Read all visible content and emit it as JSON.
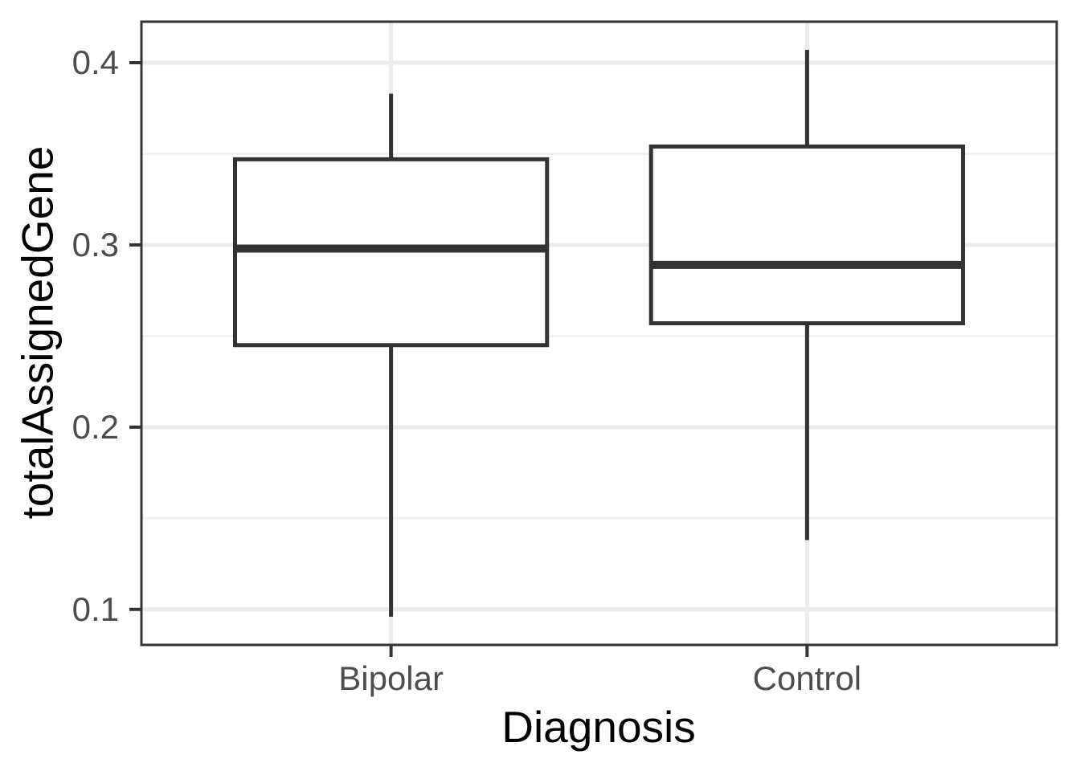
{
  "chart_data": {
    "type": "box",
    "title": "",
    "xlabel": "Diagnosis",
    "ylabel": "totalAssignedGene",
    "categories": [
      "Bipolar",
      "Control"
    ],
    "series": [
      {
        "name": "Bipolar",
        "whisker_low": 0.096,
        "q1": 0.245,
        "median": 0.298,
        "q3": 0.347,
        "whisker_high": 0.383
      },
      {
        "name": "Control",
        "whisker_low": 0.138,
        "q1": 0.257,
        "median": 0.289,
        "q3": 0.354,
        "whisker_high": 0.407
      }
    ],
    "ylim": [
      0.0805,
      0.4225
    ],
    "yticks": [
      0.1,
      0.2,
      0.3,
      0.4
    ],
    "ytick_labels": [
      "0.1",
      "0.2",
      "0.3",
      "0.4"
    ],
    "yticks_minor": [
      0.15,
      0.25,
      0.35
    ],
    "grid": true,
    "legend": "none",
    "style": {
      "box_fill": "#ffffff",
      "box_stroke": "#333333",
      "panel_border": "#333333",
      "grid_major": "#ebebeb",
      "grid_minor": "#f2f2f2",
      "tick_mark": "#333333",
      "tick_label_color": "#4d4d4d",
      "axis_title_color": "#000000",
      "background": "#ffffff"
    }
  }
}
